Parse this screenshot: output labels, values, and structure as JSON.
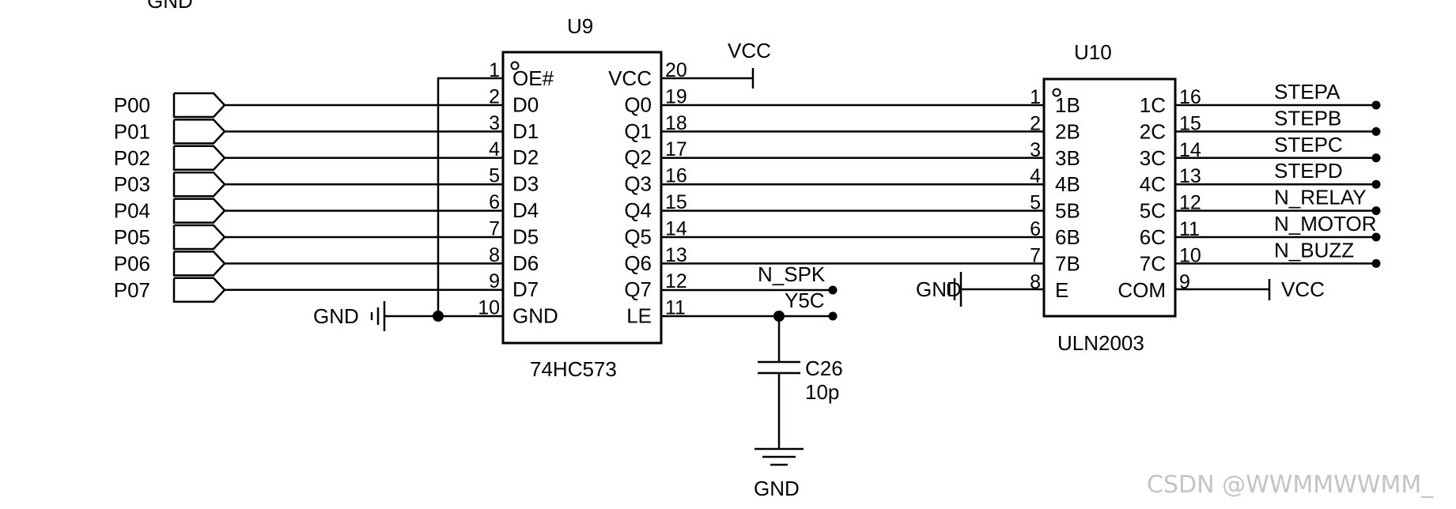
{
  "top_gnd_fragment": "GND",
  "u9": {
    "ref": "U9",
    "part": "74HC573",
    "left_pins": [
      {
        "num": "1",
        "name": "OE#"
      },
      {
        "num": "2",
        "name": "D0"
      },
      {
        "num": "3",
        "name": "D1"
      },
      {
        "num": "4",
        "name": "D2"
      },
      {
        "num": "5",
        "name": "D3"
      },
      {
        "num": "6",
        "name": "D4"
      },
      {
        "num": "7",
        "name": "D5"
      },
      {
        "num": "8",
        "name": "D6"
      },
      {
        "num": "9",
        "name": "D7"
      },
      {
        "num": "10",
        "name": "GND"
      }
    ],
    "right_pins": [
      {
        "num": "20",
        "name": "VCC"
      },
      {
        "num": "19",
        "name": "Q0"
      },
      {
        "num": "18",
        "name": "Q1"
      },
      {
        "num": "17",
        "name": "Q2"
      },
      {
        "num": "16",
        "name": "Q3"
      },
      {
        "num": "15",
        "name": "Q4"
      },
      {
        "num": "14",
        "name": "Q5"
      },
      {
        "num": "13",
        "name": "Q6"
      },
      {
        "num": "12",
        "name": "Q7"
      },
      {
        "num": "11",
        "name": "LE"
      }
    ]
  },
  "u10": {
    "ref": "U10",
    "part": "ULN2003",
    "left_pins": [
      {
        "num": "1",
        "name": "1B"
      },
      {
        "num": "2",
        "name": "2B"
      },
      {
        "num": "3",
        "name": "3B"
      },
      {
        "num": "4",
        "name": "4B"
      },
      {
        "num": "5",
        "name": "5B"
      },
      {
        "num": "6",
        "name": "6B"
      },
      {
        "num": "7",
        "name": "7B"
      },
      {
        "num": "8",
        "name": "E"
      }
    ],
    "right_pins": [
      {
        "num": "16",
        "name": "1C"
      },
      {
        "num": "15",
        "name": "2C"
      },
      {
        "num": "14",
        "name": "3C"
      },
      {
        "num": "13",
        "name": "4C"
      },
      {
        "num": "12",
        "name": "5C"
      },
      {
        "num": "11",
        "name": "6C"
      },
      {
        "num": "10",
        "name": "7C"
      },
      {
        "num": "9",
        "name": "COM"
      }
    ]
  },
  "ports": [
    "P00",
    "P01",
    "P02",
    "P03",
    "P04",
    "P05",
    "P06",
    "P07"
  ],
  "outputs": [
    "STEPA",
    "STEPB",
    "STEPC",
    "STEPD",
    "N_RELAY",
    "N_MOTOR",
    "N_BUZZ"
  ],
  "nets": {
    "vcc_u9": "VCC",
    "vcc_u10": "VCC",
    "gnd_u9": "GND",
    "gnd_u10": "GND",
    "gnd_cap": "GND",
    "n_spk": "N_SPK",
    "y5c": "Y5C"
  },
  "capacitor": {
    "ref": "C26",
    "value": "10p"
  },
  "watermark": "CSDN @WWMMWWMM_"
}
